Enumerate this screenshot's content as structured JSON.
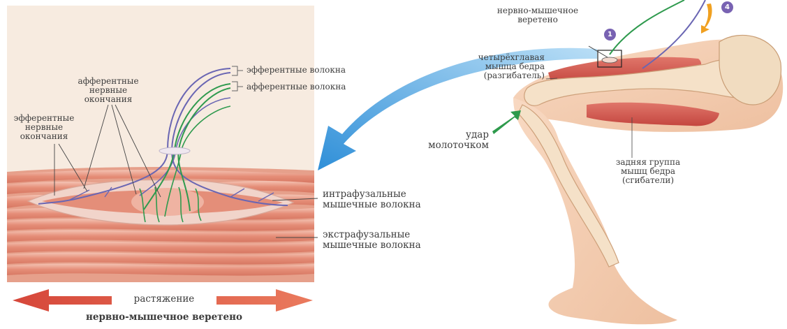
{
  "spindle_panel": {
    "efferent_fibers": "эфферентные волокна",
    "afferent_fibers": "афферентные волокна",
    "afferent_endings": "афферентные\nнервные\nокончания",
    "efferent_endings": "эфферентные\nнервные\nокончания",
    "intrafusal": "интрафузальные\nмышечные волокна",
    "extrafusal": "экстрафузальные\nмышечные волокна",
    "stretch": "растяжение",
    "title": "нервно-мышечное веретено"
  },
  "leg_panel": {
    "spindle": "нервно-мышечное\nверетено",
    "quadriceps": "четырёхглавая\nмышца бедра\n(разгибатель)",
    "hammer": "удар\nмолоточком",
    "hamstrings": "задняя группа\nмышц бедра\n(сгибатели)",
    "step_1": "1",
    "step_4": "4"
  },
  "colors": {
    "background_panel": "#f7ebe0",
    "muscle": "#e39a86",
    "efferent_nerve": "#6a66b3",
    "afferent_nerve": "#2f9a4e",
    "arrow_blue": "#3f9ee0",
    "arrow_red": "#d9503c",
    "arrow_green": "#2e9a4c",
    "arrow_orange": "#f0a020",
    "badge": "#7862b2",
    "bone": "#f3dcc0",
    "skin": "#f4c9a9"
  }
}
